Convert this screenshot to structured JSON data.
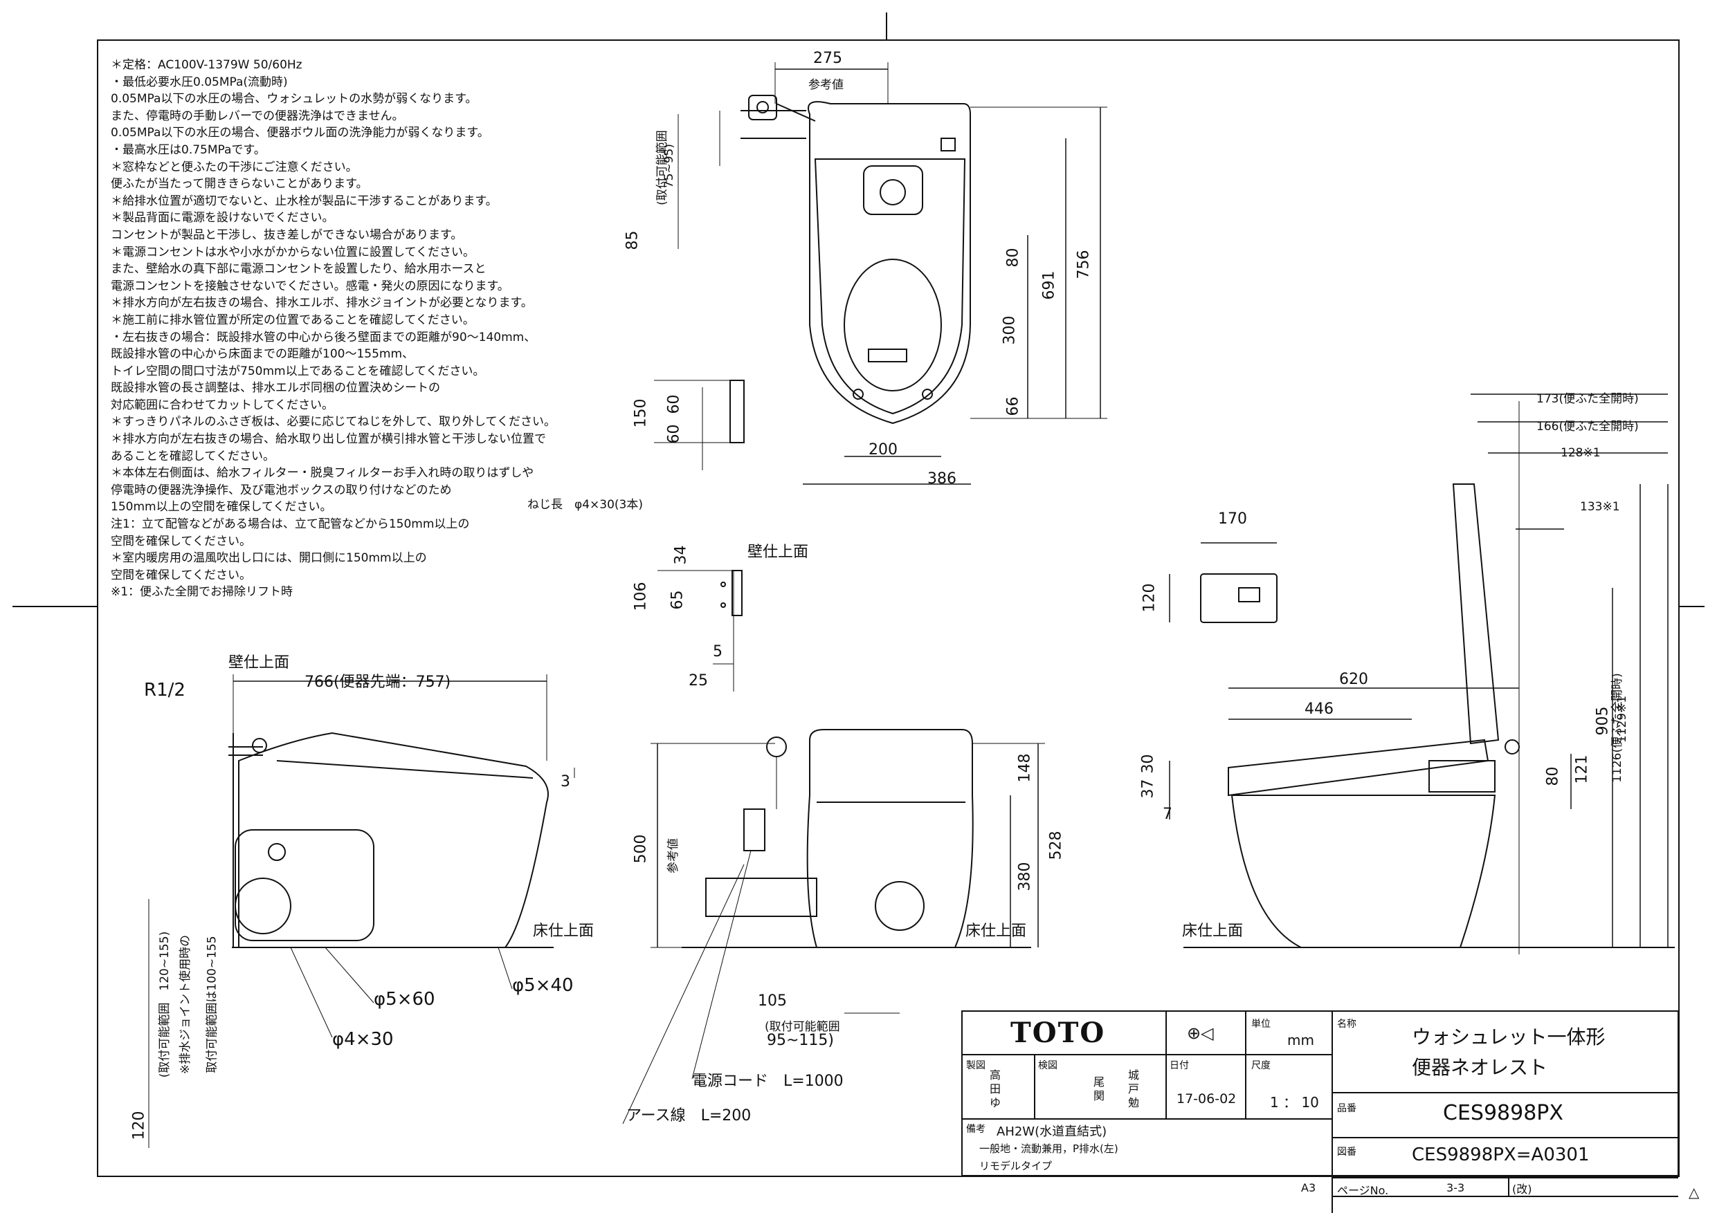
{
  "notes": [
    "＊定格：AC100V-1379W 50/60Hz",
    "・最低必要水圧0.05MPa(流動時)",
    "0.05MPa以下の水圧の場合、ウォシュレットの水勢が弱くなります。",
    "また、停電時の手動レバーでの便器洗浄はできません。",
    "0.05MPa以下の水圧の場合、便器ボウル面の洗浄能力が弱くなります。",
    "・最高水圧は0.75MPaです。",
    "＊窓枠などと便ふたの干渉にご注意ください。",
    "便ふたが当たって開ききらないことがあります。",
    "＊給排水位置が適切でないと、止水栓が製品に干渉することがあります。",
    "＊製品背面に電源を設けないでください。",
    "コンセントが製品と干渉し、抜き差しができない場合があります。",
    "＊電源コンセントは水や小水がかからない位置に設置してください。",
    "また、壁給水の真下部に電源コンセントを設置したり、給水用ホースと",
    "電源コンセントを接触させないでください。感電・発火の原因になります。",
    "＊排水方向が左右抜きの場合、排水エルボ、排水ジョイントが必要となります。",
    "＊施工前に排水管位置が所定の位置であることを確認してください。",
    "・左右抜きの場合：既設排水管の中心から後ろ壁面までの距離が90～140mm、",
    "既設排水管の中心から床面までの距離が100～155mm、",
    "トイレ空間の間口寸法が750mm以上であることを確認してください。",
    "既設排水管の長さ調整は、排水エルボ同梱の位置決めシートの",
    "対応範囲に合わせてカットしてください。",
    "＊すっきりパネルのふさぎ板は、必要に応じてねじを外して、取り外してください。",
    "＊排水方向が左右抜きの場合、給水取り出し位置が横引排水管と干渉しない位置で",
    "あることを確認してください。",
    "＊本体左右側面は、給水フィルター・脱臭フィルターお手入れ時の取りはずしや",
    "停電時の便器洗浄操作、及び電池ボックスの取り付けなどのため",
    "150mm以上の空間を確保してください。",
    "注1：立て配管などがある場合は、立て配管などから150mm以上の",
    "空間を確保してください。",
    "＊室内暖房用の温風吹出し口には、開口側に150mm以上の",
    "空間を確保してください。",
    "※1：便ふた全開でお掃除リフト時"
  ],
  "labels": {
    "wall": "壁仕上面",
    "floor": "床仕上面",
    "ref_value": "参考値",
    "install_range": "(取付可能範囲",
    "range_75_95": "75~95)",
    "range_95_115": "95~115)",
    "range_120_155": "(取付可能範囲　120~155)",
    "joint_note": "※排水ジョイント使用時の",
    "joint_range": "取付可能範囲は100~155",
    "screw": "ねじ長　φ4×30(3本)",
    "r12": "R1/2",
    "phi5x60": "φ5×60",
    "phi5x40": "φ5×40",
    "phi4x30": "φ4×30",
    "power_cord": "電源コード　L=1000",
    "earth_wire": "アース線　L=200",
    "d766": "766(便器先端：757)",
    "d275": "275",
    "d85": "85",
    "d691": "691",
    "d756": "756",
    "d80": "80",
    "d300": "300",
    "d66": "66",
    "d200": "200",
    "d386": "386",
    "d150": "150",
    "d60a": "60",
    "d60b": "60",
    "d34": "34",
    "d106": "106",
    "d65": "65",
    "d5": "5",
    "d25": "25",
    "d3": "3",
    "d148": "148",
    "d500": "500",
    "d528": "528",
    "d380": "380",
    "d105": "105",
    "d120_left": "120",
    "d170": "170",
    "d120_remote": "120",
    "d620": "620",
    "d446": "446",
    "d30": "30",
    "d37": "37",
    "d7": "7",
    "d80r": "80",
    "d121": "121",
    "d905": "905",
    "d1126": "1126(便ふた全開時)",
    "d1129": "1129※1",
    "d173": "173(便ふた全開時)",
    "d166": "166(便ふた全開時)",
    "d128": "128※1",
    "d133": "133※1"
  },
  "title_block": {
    "brand": "TOTO",
    "unit_label": "単位",
    "unit": "mm",
    "name_label": "名称",
    "name_line1": "ウォシュレット一体形",
    "name_line2": "便器ネオレスト",
    "drawn_label": "製図",
    "drawn_names": "高\n田\nゆ",
    "check_label": "検図",
    "check_names1": "尾\n関",
    "check_names2": "城\n戸\n勉",
    "date_label": "日付",
    "date": "17-06-02",
    "scale_label": "尺度",
    "scale": "1 ： 10",
    "part_label": "品番",
    "part_no": "CES9898PX",
    "remarks_label": "備考",
    "remarks_line1": "AH2W(水道直結式)",
    "remarks_line2": "一般地・流動兼用，P排水(左)",
    "remarks_line3": "リモデルタイプ",
    "drawing_label": "図番",
    "drawing_no": "CES9898PX=A0301",
    "sheet_size": "A3",
    "page_label": "ページNo.",
    "page": "3-3",
    "rev_label": "(改)"
  }
}
